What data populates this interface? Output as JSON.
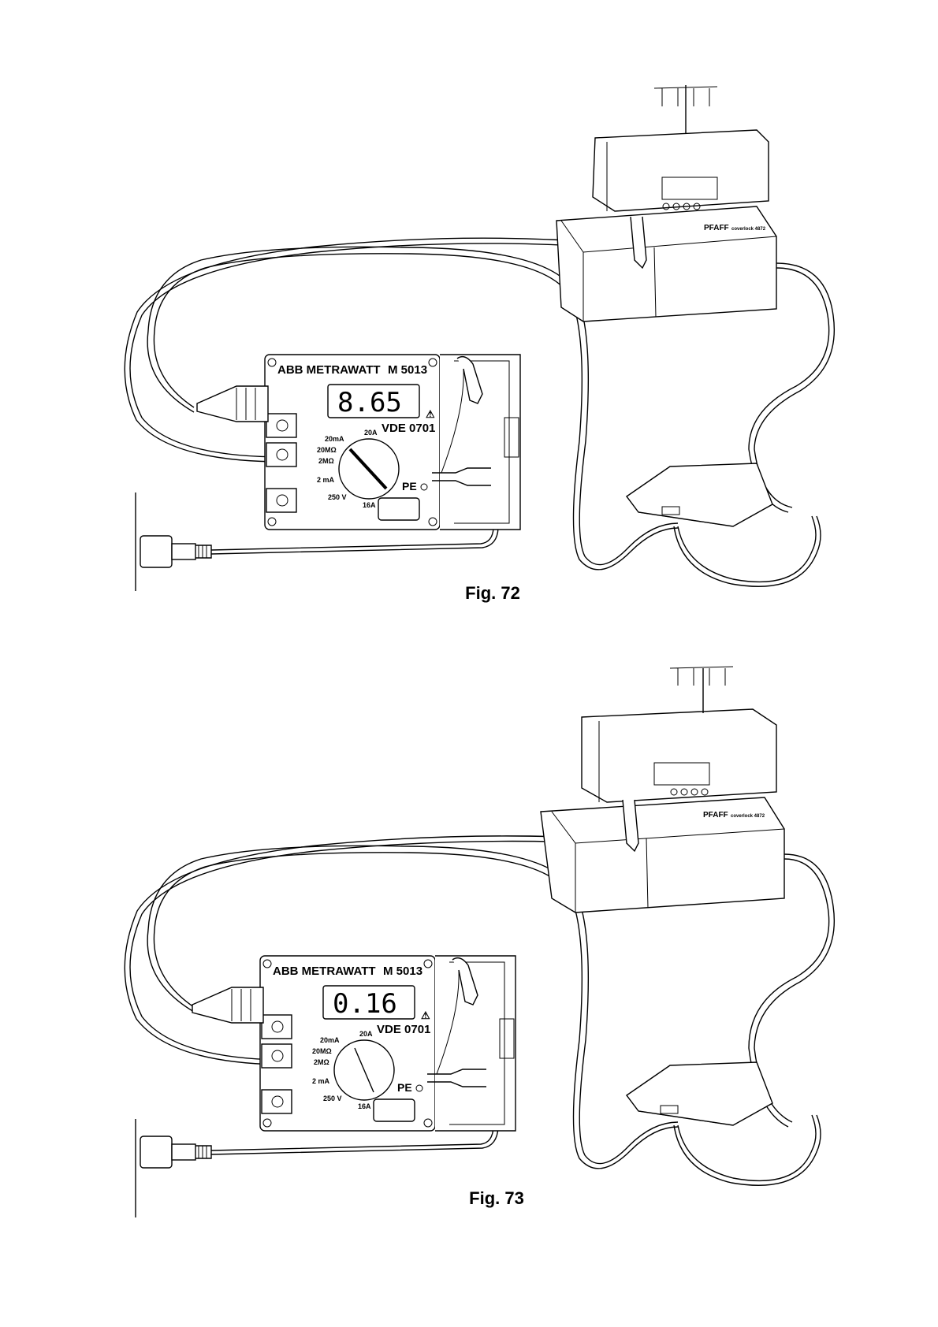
{
  "figures": [
    {
      "caption": "Fig. 72",
      "meter": {
        "brand": "ABB METRAWATT",
        "model": "M 5013",
        "reading": "8.65",
        "standard": "VDE 0701",
        "pe_label": "PE",
        "ranges": [
          "20mA",
          "20A",
          "20MΩ",
          "2MΩ",
          "2 mA",
          "250 V",
          "16A"
        ]
      },
      "machine_brand": "PFAFF",
      "machine_model": "coverlock 4872"
    },
    {
      "caption": "Fig. 73",
      "meter": {
        "brand": "ABB METRAWATT",
        "model": "M 5013",
        "reading": "0.16",
        "standard": "VDE 0701",
        "pe_label": "PE",
        "ranges": [
          "20mA",
          "20A",
          "20MΩ",
          "2MΩ",
          "2 mA",
          "250 V",
          "16A"
        ]
      },
      "machine_brand": "PFAFF",
      "machine_model": "coverlock 4872"
    }
  ]
}
